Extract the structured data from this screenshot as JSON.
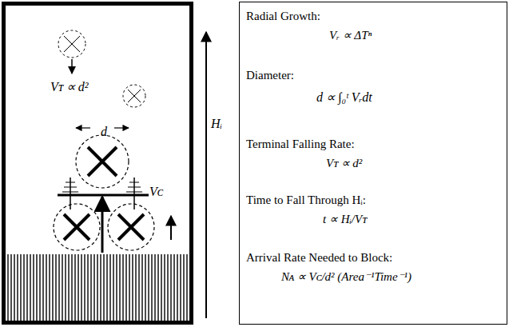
{
  "diagram": {
    "nodes": [
      {
        "text": [
          "Vᴛ ∝ d²",
          "d",
          "Vᴄ"
        ]
      },
      {
        "text": [
          "Radial Growth:",
          "Vᵣ ∝ ΔTⁿ",
          "Diameter:",
          "d ∝ ∫₀ᵗ Vᵣdt",
          "Terminal Falling Rate:",
          "Vᴛ ∝ d²",
          "Time to Fall Through Hᵢ:",
          "t ∝ Hᵢ/Vᴛ",
          "Arrival Rate Needed to Block:",
          "Nᴀ ∝ Vᴄ/d²  (Area⁻¹Time⁻¹)"
        ]
      }
    ],
    "labels": [
      "Hᵢ"
    ]
  }
}
